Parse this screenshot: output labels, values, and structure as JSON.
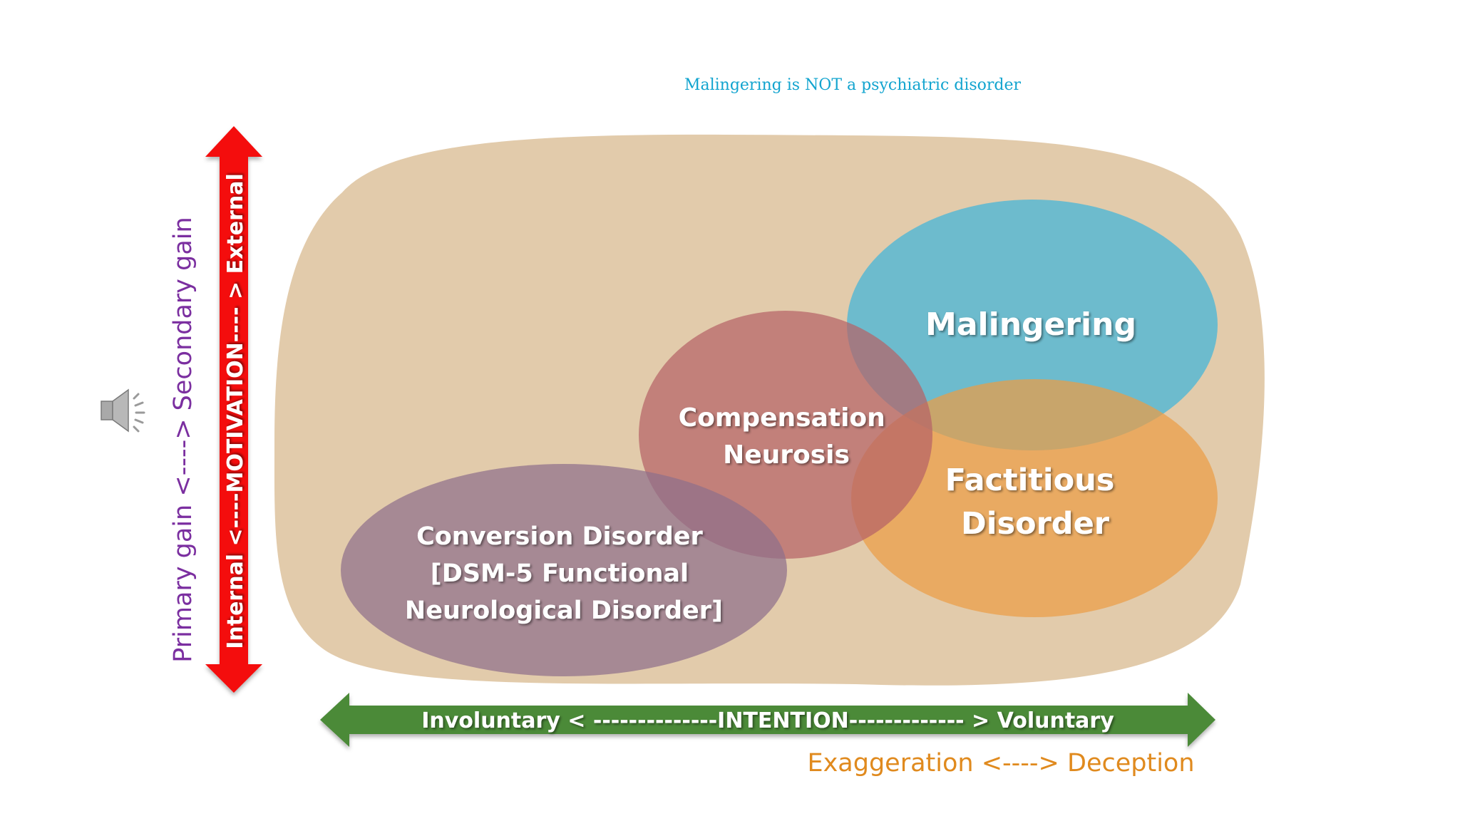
{
  "slide": {
    "subtitle": "Malingering is NOT a psychiatric disorder",
    "colors": {
      "blob": "#e2cbab",
      "malingering": "#5cb8d1",
      "factitious": "#eb9c45",
      "compensation": "#b56367",
      "conversion": "#8f6f8a",
      "motivation_arrow": "#f40c0c",
      "intention_arrow": "#4c8a39",
      "primary_secondary": "#7b2fa0",
      "exaggeration_deception": "#e08a1e",
      "subtitle": "#12a4cf"
    },
    "bubbles": {
      "malingering": {
        "lines": [
          "Malingering"
        ]
      },
      "compensation": {
        "lines": [
          "Compensation",
          "Neurosis"
        ]
      },
      "factitious": {
        "lines": [
          "Factitious",
          "Disorder"
        ]
      },
      "conversion": {
        "lines": [
          "Conversion Disorder",
          "[DSM-5 Functional",
          "Neurological Disorder]"
        ]
      }
    },
    "motivation_arrow": {
      "label": "Internal <----MOTIVATION---- > External"
    },
    "intention_arrow": {
      "label": "Involuntary < --------------INTENTION------------- >  Voluntary"
    },
    "primary_secondary_label": "Primary gain <----> Secondary gain",
    "exaggeration_deception_label": "Exaggeration <----> Deception",
    "speaker_icon": "speaker-icon"
  }
}
